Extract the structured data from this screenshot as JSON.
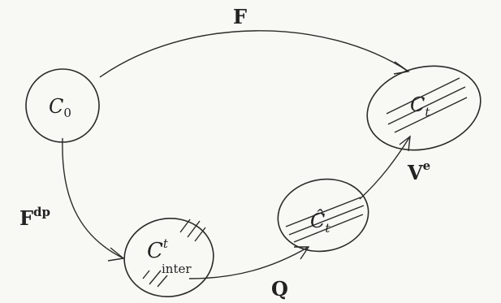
{
  "nodes": {
    "initial": {
      "symbol": "C",
      "sub": "0"
    },
    "intermediate": {
      "symbol": "C",
      "sup": "t",
      "sub": "inter"
    },
    "hat": {
      "symbol": "Ĉ",
      "sub": "t"
    },
    "current": {
      "symbol": "C",
      "sub": "t"
    }
  },
  "edges": {
    "F": {
      "label": "F"
    },
    "Fdp": {
      "label": "F",
      "sup": "dp"
    },
    "Q": {
      "label": "Q"
    },
    "Ve": {
      "label": "V",
      "sup": "e"
    }
  },
  "colors": {
    "ink": "#2a2a2a",
    "background": "#f8f8f4"
  }
}
